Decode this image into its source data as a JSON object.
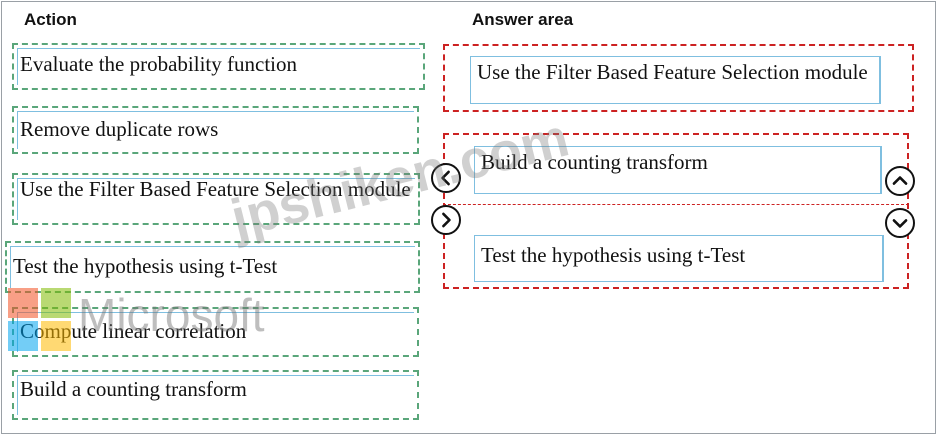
{
  "headings": {
    "action": "Action",
    "answer_area": "Answer area"
  },
  "actions": [
    "Evaluate the probability function",
    "Remove duplicate rows",
    "Use the Filter Based Feature Selection module",
    "Test the hypothesis using t-Test",
    "Compute linear correlation",
    "Build a counting transform"
  ],
  "answer_area": {
    "zone1": [
      "Use the Filter Based Feature Selection module"
    ],
    "zone2": [
      "Build a counting transform",
      "Test the hypothesis using t-Test"
    ]
  },
  "controls": {
    "move_left": "left-arrow-icon",
    "move_right": "right-arrow-icon",
    "move_up": "up-arrow-icon",
    "move_down": "down-arrow-icon"
  },
  "watermark": {
    "text": "jpshiken.com",
    "logo_text": "Microsoft",
    "logo_colors": [
      "#f25022",
      "#7fba00",
      "#00a4ef",
      "#ffb900"
    ]
  }
}
